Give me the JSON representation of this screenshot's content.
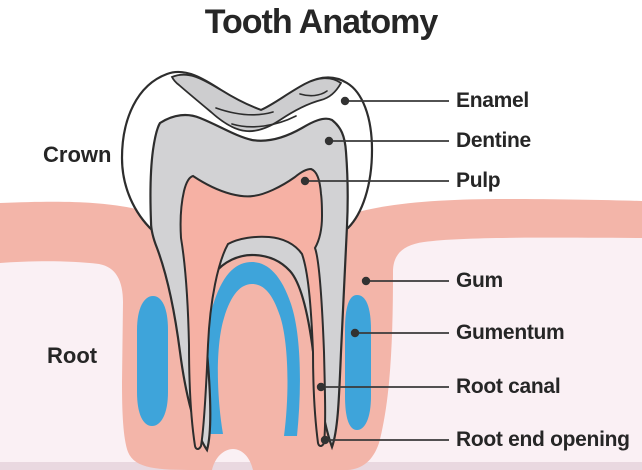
{
  "title": "Tooth Anatomy",
  "side_labels": {
    "crown": "Crown",
    "root": "Root"
  },
  "part_labels": [
    {
      "name": "enamel",
      "label": "Enamel"
    },
    {
      "name": "dentine",
      "label": "Dentine"
    },
    {
      "name": "pulp",
      "label": "Pulp"
    },
    {
      "name": "gum",
      "label": "Gum"
    },
    {
      "name": "gumentum",
      "label": "Gumentum"
    },
    {
      "name": "root-canal",
      "label": "Root canal"
    },
    {
      "name": "root-end-opening",
      "label": "Root end opening"
    }
  ],
  "colors": {
    "outline": "#2d2d2d",
    "enamel_white": "#ffffff",
    "dentine_gray": "#d2d2d4",
    "occlusal_gray": "#cdcdcf",
    "pulp_pink": "#f6b1a4",
    "gum_pink": "#f3b5a9",
    "cementum_blue": "#3ea4da",
    "lower_background": "#faf0f4",
    "bottom_strip": "#e9d8e0",
    "leader": "#3a3a3a",
    "text": "#262626"
  }
}
